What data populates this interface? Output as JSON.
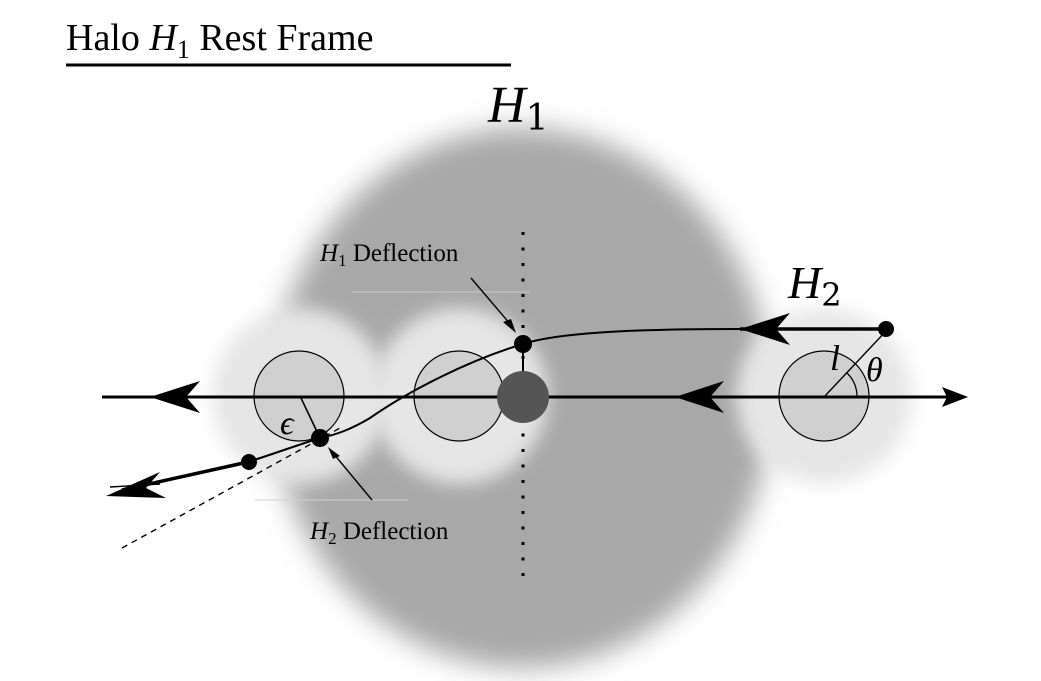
{
  "title": {
    "prefix": "Halo ",
    "symbol": "H",
    "subscript": "1",
    "suffix": " Rest Frame"
  },
  "halos": {
    "h1": {
      "symbol": "H",
      "subscript": "1"
    },
    "h2": {
      "symbol": "H",
      "subscript": "2"
    }
  },
  "annotations": {
    "h1_deflection": {
      "symbol": "H",
      "subscript": "1",
      "text": " Deflection"
    },
    "h2_deflection": {
      "symbol": "H",
      "subscript": "2",
      "text": " Deflection"
    },
    "epsilon": "ϵ",
    "l": "l",
    "theta": "θ"
  },
  "colors": {
    "h1_halo": "#a8a8a8",
    "h2_halo": "#e6e6e6",
    "core_circle": "#d0d0d0",
    "h1_core": "#555555",
    "ink": "#000000"
  }
}
